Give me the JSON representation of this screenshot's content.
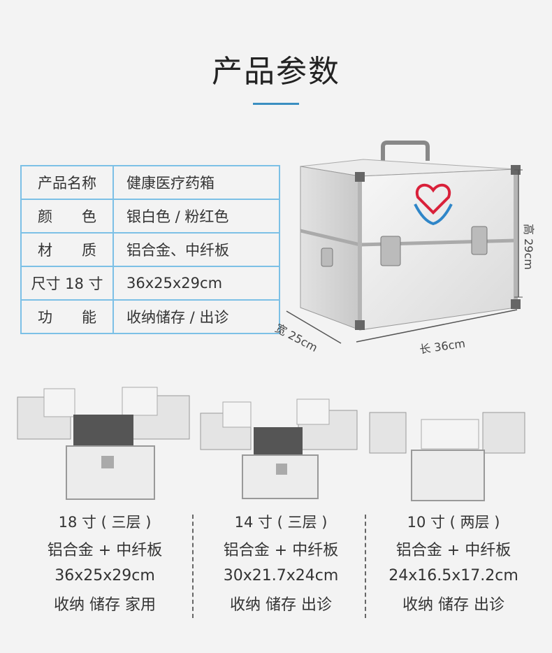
{
  "heading": "产品参数",
  "spec_table": [
    {
      "key": "产品名称",
      "value": "健康医疗药箱"
    },
    {
      "key": "颜　　色",
      "value": "银白色 / 粉红色"
    },
    {
      "key": "材　　质",
      "value": "铝合金、中纤板"
    },
    {
      "key": "尺寸 18 寸",
      "value": "36x25x29cm"
    },
    {
      "key": "功　　能",
      "value": "收纳储存 / 出诊"
    }
  ],
  "dimensions": {
    "height": "高 29cm",
    "width": "宽 25cm",
    "length": "长 36cm"
  },
  "variants": [
    {
      "size": "18 寸 ( 三层 )",
      "material": "铝合金 + 中纤板",
      "dims": "36x25x29cm",
      "use": "收纳 储存 家用"
    },
    {
      "size": "14 寸 ( 三层 )",
      "material": "铝合金 + 中纤板",
      "dims": "30x21.7x24cm",
      "use": "收纳 储存 出诊"
    },
    {
      "size": "10 寸 ( 两层 )",
      "material": "铝合金 + 中纤板",
      "dims": "24x16.5x17.2cm",
      "use": "收纳 储存 出诊"
    }
  ],
  "colors": {
    "accent": "#3a8fc1",
    "table_border": "#7cc0e6",
    "logo_heart": "#d9213a",
    "logo_leaf": "#2f86c8"
  }
}
